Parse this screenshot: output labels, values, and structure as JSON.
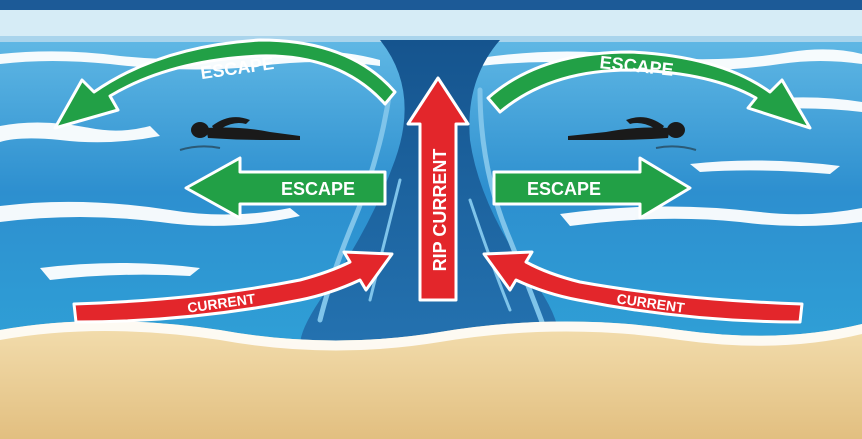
{
  "diagram": {
    "labels": {
      "escape_top_left": "ESCAPE",
      "escape_top_right": "ESCAPE",
      "escape_mid_left": "ESCAPE",
      "escape_mid_right": "ESCAPE",
      "rip_current": "RIP CURRENT",
      "current_left": "CURRENT",
      "current_right": "CURRENT"
    },
    "colors": {
      "header_bar": "#1c5a97",
      "sky": "#d6ecf6",
      "ocean_deep": "#1c7fc2",
      "ocean_mid": "#3aa0d8",
      "rip_channel": "#1a5f9c",
      "foam": "#ffffff",
      "sand": "#e7c689",
      "sand_light": "#f1dcaa",
      "escape_arrow": "#22a046",
      "current_arrow": "#e3262b"
    },
    "icons": [
      "swimmer-icon",
      "swimmer-icon"
    ]
  }
}
